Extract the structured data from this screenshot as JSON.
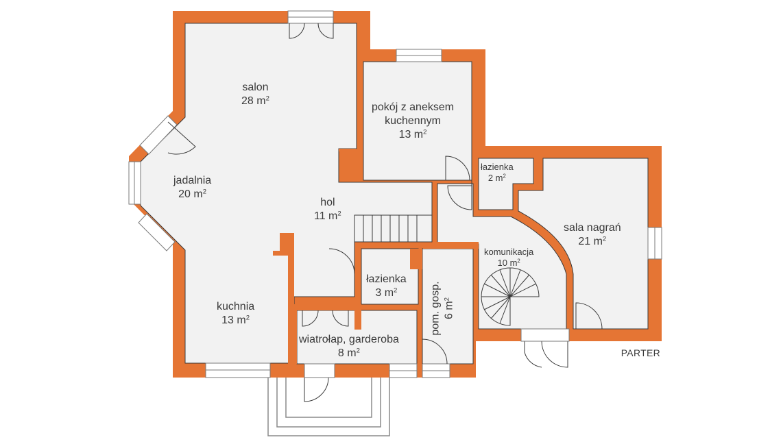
{
  "plan_title": "PARTER",
  "colors": {
    "wall": "#e57534",
    "floor": "#f2f2f2",
    "line": "#3a3a3a",
    "background": "#ffffff"
  },
  "rooms": [
    {
      "id": "salon",
      "name": "salon",
      "area": "28 m",
      "unit_sup": "2"
    },
    {
      "id": "jadalnia",
      "name": "jadalnia",
      "area": "20 m",
      "unit_sup": "2"
    },
    {
      "id": "kuchnia",
      "name": "kuchnia",
      "area": "13 m",
      "unit_sup": "2"
    },
    {
      "id": "hol",
      "name": "hol",
      "area": "11 m",
      "unit_sup": "2"
    },
    {
      "id": "pokoj",
      "name": "pokój z aneksem",
      "name2": "kuchennym",
      "area": "13 m",
      "unit_sup": "2"
    },
    {
      "id": "lazienka-2",
      "name": "łazienka",
      "area": "2 m",
      "unit_sup": "2"
    },
    {
      "id": "sala",
      "name": "sala nagrań",
      "area": "21 m",
      "unit_sup": "2"
    },
    {
      "id": "komunikacja",
      "name": "komunikacja",
      "area": "10 m",
      "unit_sup": "2"
    },
    {
      "id": "lazienka-3",
      "name": "łazienka",
      "area": "3 m",
      "unit_sup": "2"
    },
    {
      "id": "pom",
      "name": "pom. gosp.",
      "area": "6 m",
      "unit_sup": "2"
    },
    {
      "id": "wiatrolap",
      "name": "wiatrołap, garderoba",
      "area": "8 m",
      "unit_sup": "2"
    }
  ]
}
